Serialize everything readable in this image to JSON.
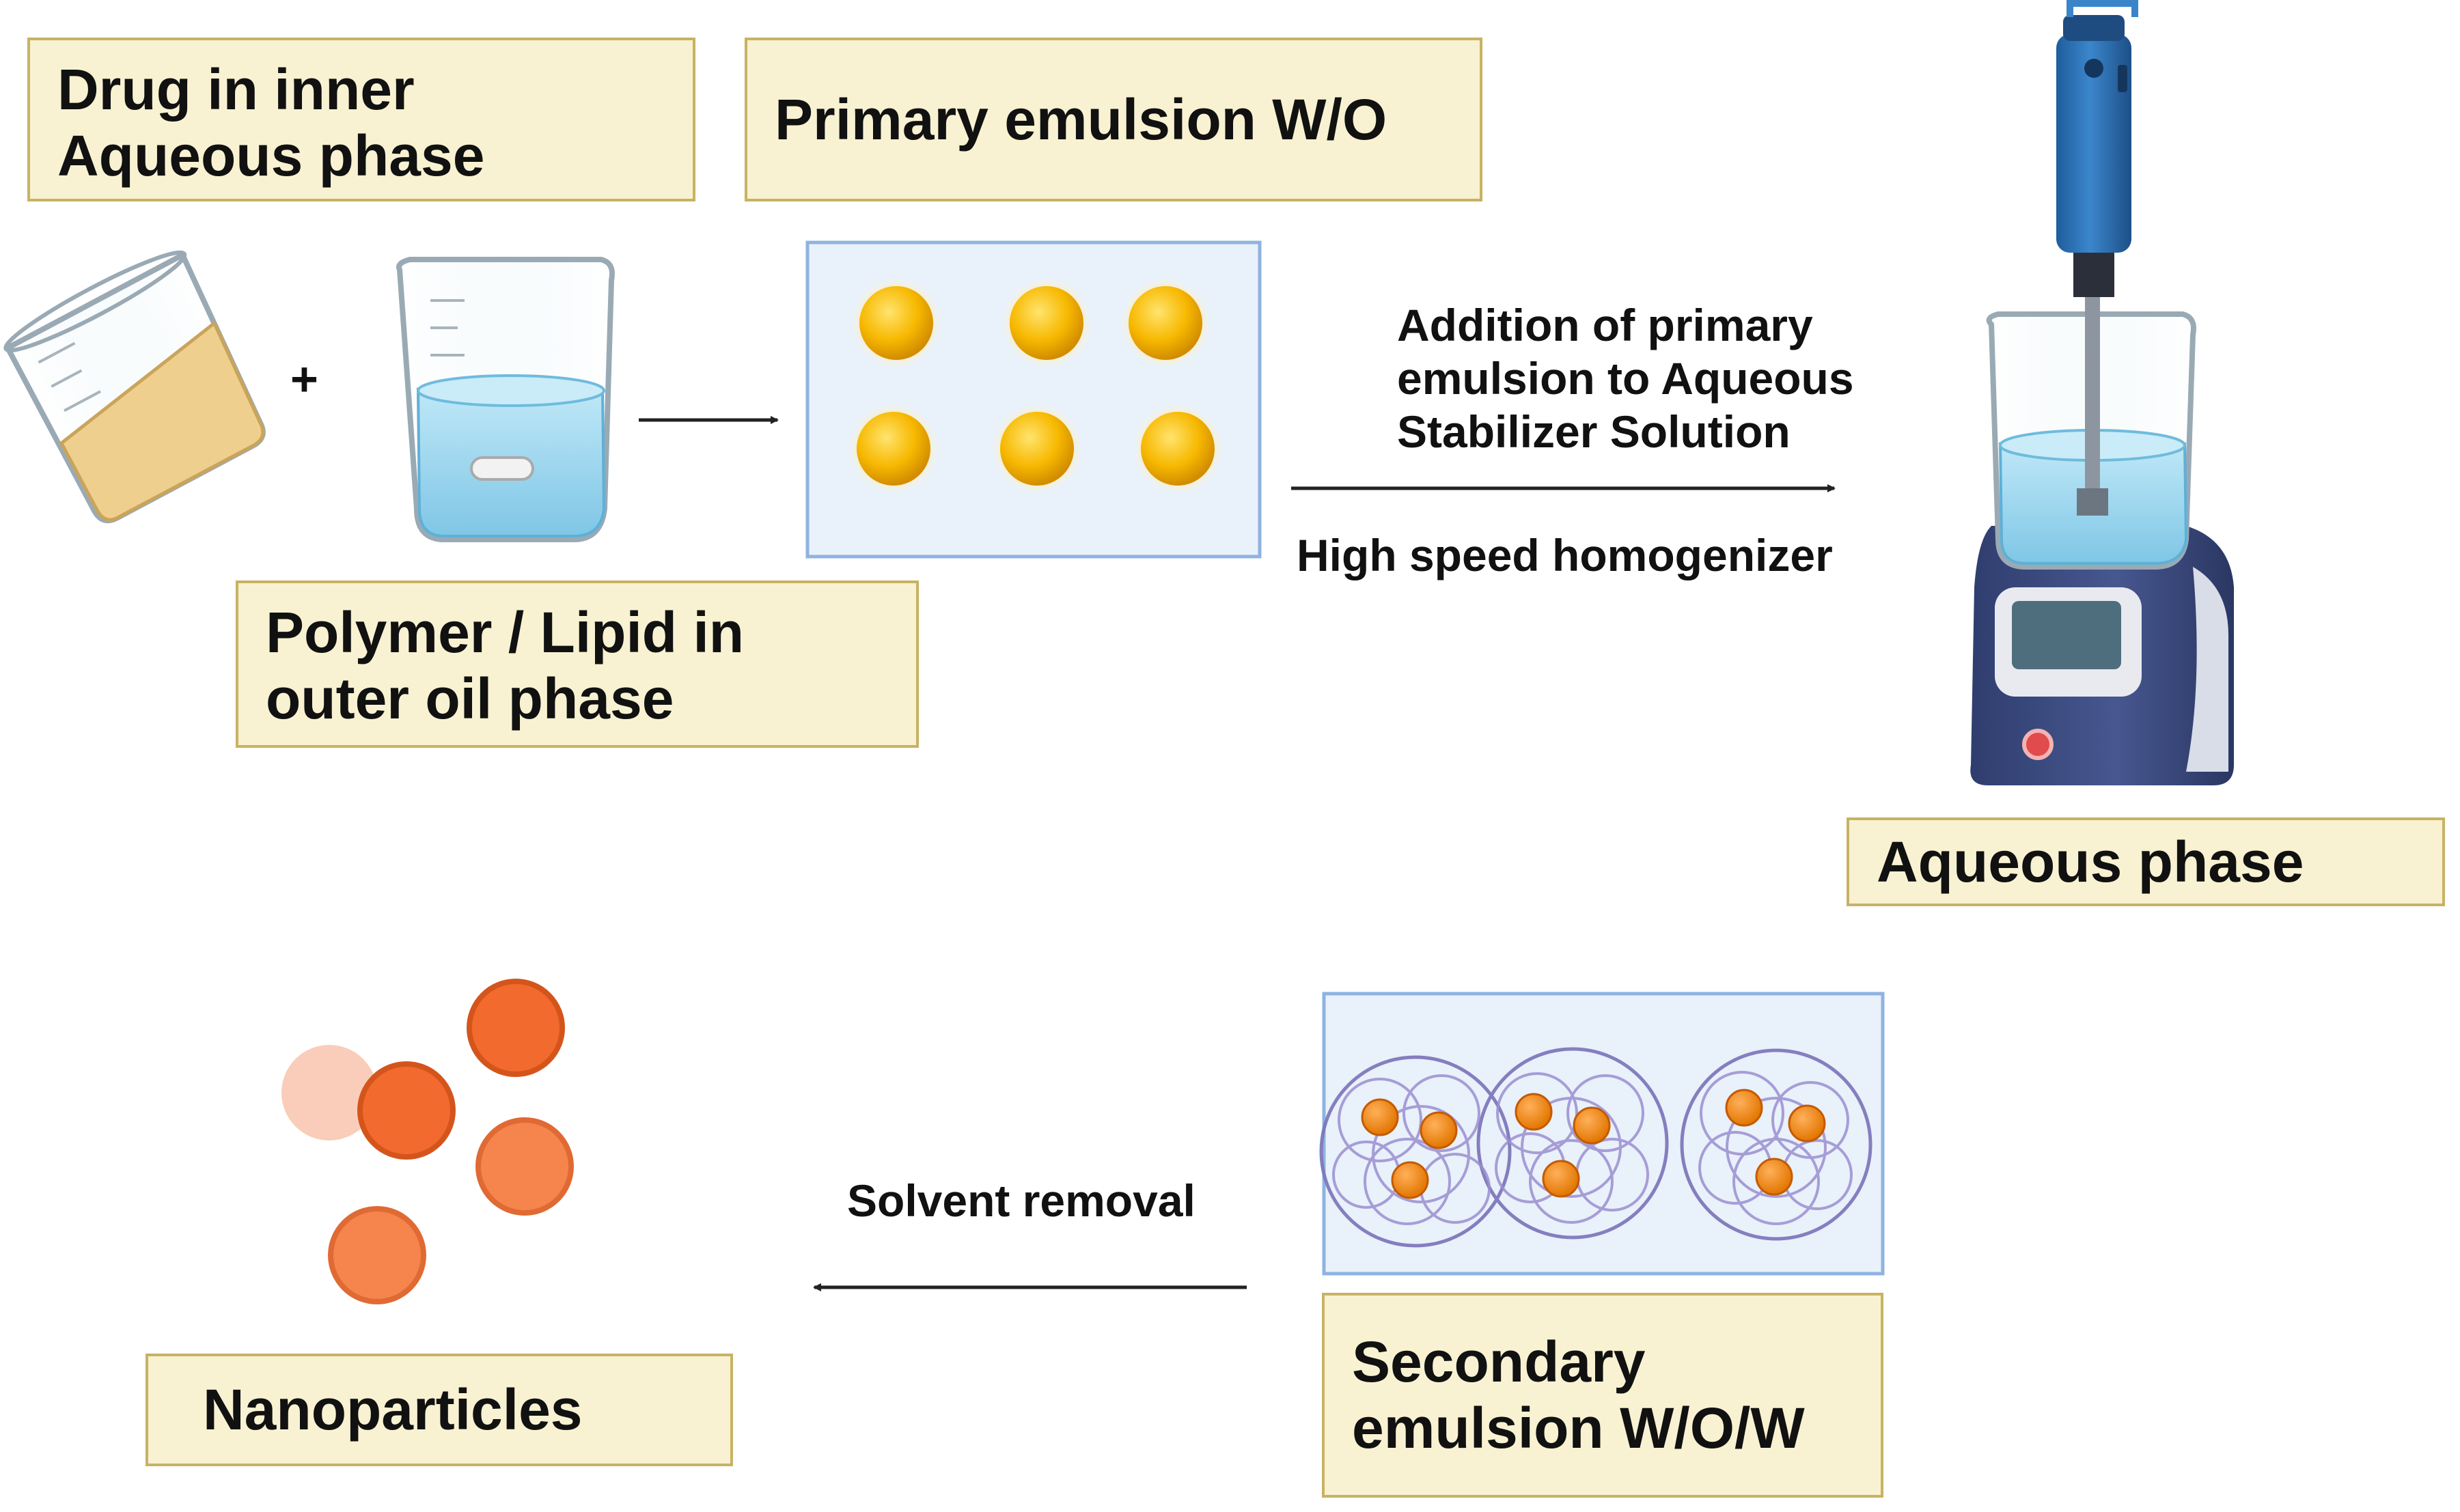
{
  "labels": {
    "drug_inner_aqueous": "Drug in inner Aqueous phase",
    "primary_emulsion": "Primary emulsion W/O",
    "polymer_lipid": "Polymer / Lipid in outer oil phase",
    "aqueous_phase": "Aqueous phase",
    "secondary_emulsion": "Secondary emulsion W/O/W",
    "nanoparticles": "Nanoparticles"
  },
  "annotations": {
    "plus": "+",
    "addition_step": "Addition of primary emulsion to Aqueous Stabilizer Solution",
    "homogenizer": "High speed homogenizer",
    "solvent_removal": "Solvent removal"
  },
  "colors": {
    "label_fill": "#f8f2d2",
    "label_border": "#c8b263",
    "droplet_yellow": "#f7b800",
    "nanoparticle_orange": "#f26a2e",
    "panel_fill": "#e9f1fb",
    "panel_border": "#8fb3e0",
    "water_blue": "#9ed7ef",
    "homogenizer_blue": "#2e73b8"
  },
  "icons": [
    "pouring-beaker-icon",
    "oil-beaker-with-stirbar-icon",
    "primary-emulsion-droplets-icon",
    "high-speed-homogenizer-icon",
    "secondary-emulsion-polymer-icon",
    "nanoparticles-icon"
  ]
}
